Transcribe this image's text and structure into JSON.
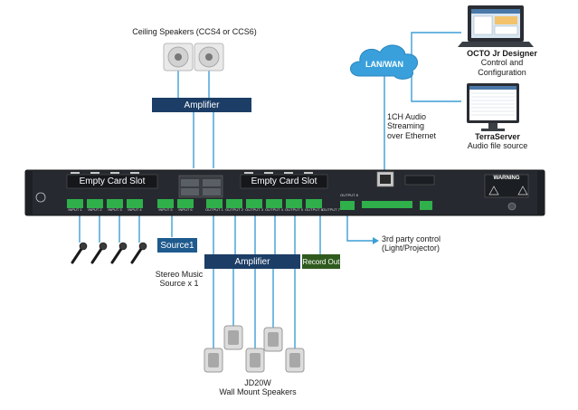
{
  "colors": {
    "navy": "#1c3d66",
    "amp_blue": "#1e5a8e",
    "record_green": "#2f5a1e",
    "wire_blue": "#3d9ed6",
    "cloud_blue": "#39a0dc",
    "chassis": "#262a30",
    "terminal_green": "#2fb04a"
  },
  "labels": {
    "ceiling_speakers": "Ceiling Speakers (CCS4 or CCS6)",
    "amplifier_top": "Amplifier",
    "lan_wan": "LAN/WAN",
    "octo_title": "OCTO Jr Designer",
    "octo_line2": "Control and",
    "octo_line3": "Configuration",
    "terraserver_title": "TerraServer",
    "terraserver_line2": "Audio file source",
    "streaming_line1": "1CH Audio",
    "streaming_line2": "Streaming",
    "streaming_line3": "over Ethernet",
    "empty_slot_left": "Empty Card Slot",
    "empty_slot_right": "Empty Card Slot",
    "third_party_line1": "3rd party control",
    "third_party_line2": "(Light/Projector)",
    "source1": "Source1",
    "amplifier_bottom": "Amplifier",
    "record_out": "Record Out",
    "stereo_line1": "Stereo Music",
    "stereo_line2": "Source x 1",
    "jd20w_line1": "JD20W",
    "jd20w_line2": "Wall Mount Speakers",
    "warning": "WARNING"
  },
  "device": {
    "input_labels": [
      "INPUT 1",
      "INPUT 2",
      "INPUT 3",
      "INPUT 4",
      "INPUT 5",
      "INPUT 6"
    ],
    "output_labels": [
      "OUTPUT 1",
      "OUTPUT 2",
      "OUTPUT 3",
      "OUTPUT 4",
      "OUTPUT 5",
      "OUTPUT 6",
      "OUTPUT 7",
      "OUTPUT 8"
    ]
  }
}
